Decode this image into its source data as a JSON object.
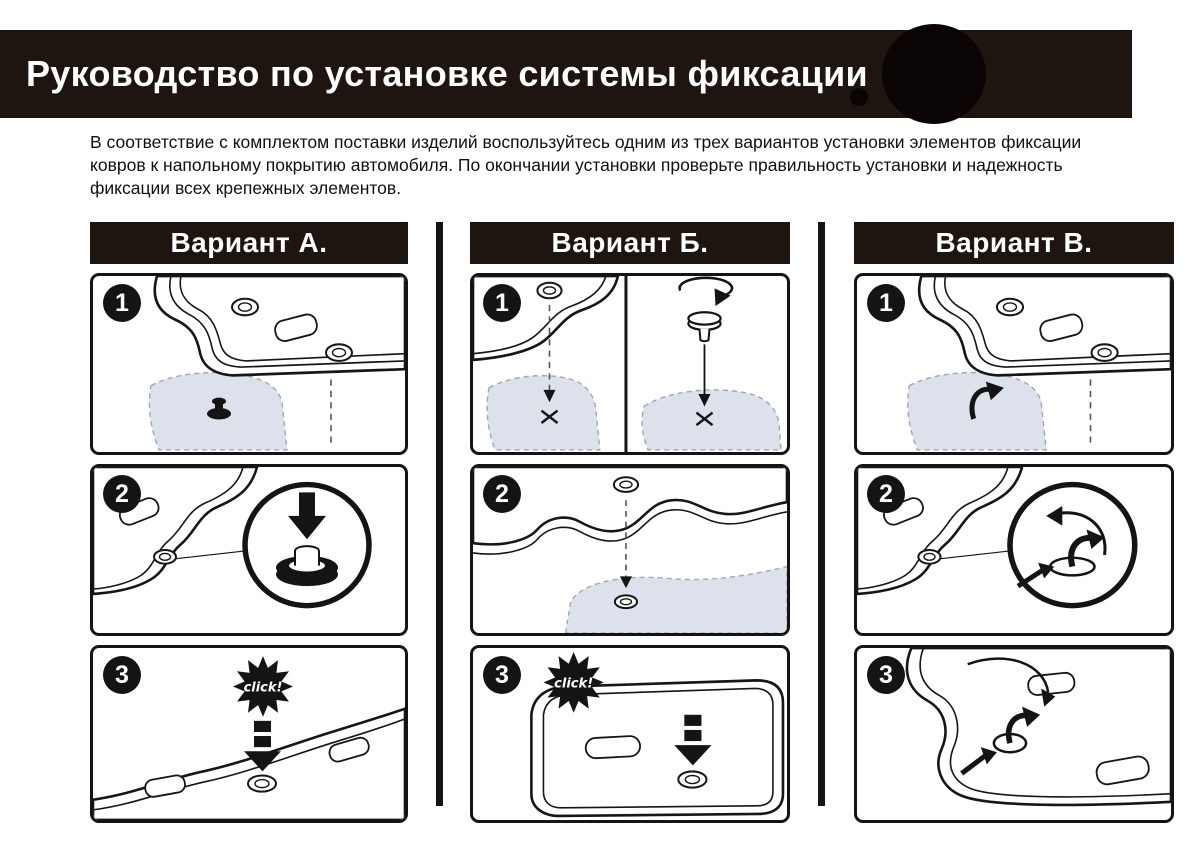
{
  "header": {
    "title": "Руководство по установке системы фиксации"
  },
  "intro": {
    "lines": [
      "В соответствие с комплектом поставки изделий воспользуйтесь одним из трех вариантов установки элементов фиксации",
      "ковров к напольному покрытию автомобиля. По окончании установки проверьте правильность установки и надежность",
      "фиксации всех крепежных элементов."
    ]
  },
  "labels": {
    "click": "click!"
  },
  "variants": [
    {
      "label": "Вариант А.",
      "steps": [
        "1",
        "2",
        "3"
      ]
    },
    {
      "label": "Вариант Б.",
      "steps": [
        "1",
        "2",
        "3"
      ]
    },
    {
      "label": "Вариант В.",
      "steps": [
        "1",
        "2",
        "3"
      ]
    }
  ],
  "colors": {
    "band_bg": "#1e1510",
    "blob": "#0a0504",
    "carpet_fill": "#dce1eb",
    "line": "#161616"
  }
}
